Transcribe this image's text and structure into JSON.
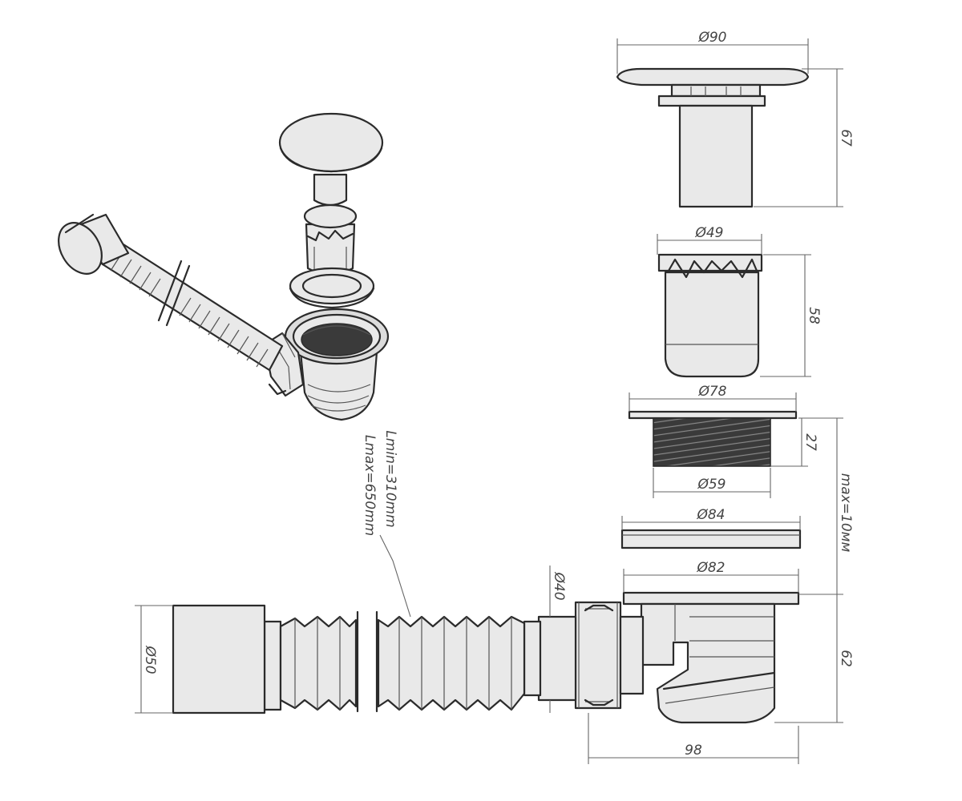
{
  "dimensions": {
    "cap_diameter": "Ø90",
    "cap_height": "67",
    "strainer_diameter": "Ø49",
    "strainer_height": "58",
    "flange_diameter": "Ø78",
    "flange_height": "27",
    "thread_diameter": "Ø59",
    "max_thickness": "max=10мм",
    "gasket_diameter": "Ø84",
    "body_diameter": "Ø82",
    "body_height": "62",
    "body_width": "98",
    "outlet_diameter": "Ø40",
    "pipe_diameter": "Ø50",
    "hose_min_length": "Lmin=310mm",
    "hose_max_length": "Lmax=650mm"
  }
}
